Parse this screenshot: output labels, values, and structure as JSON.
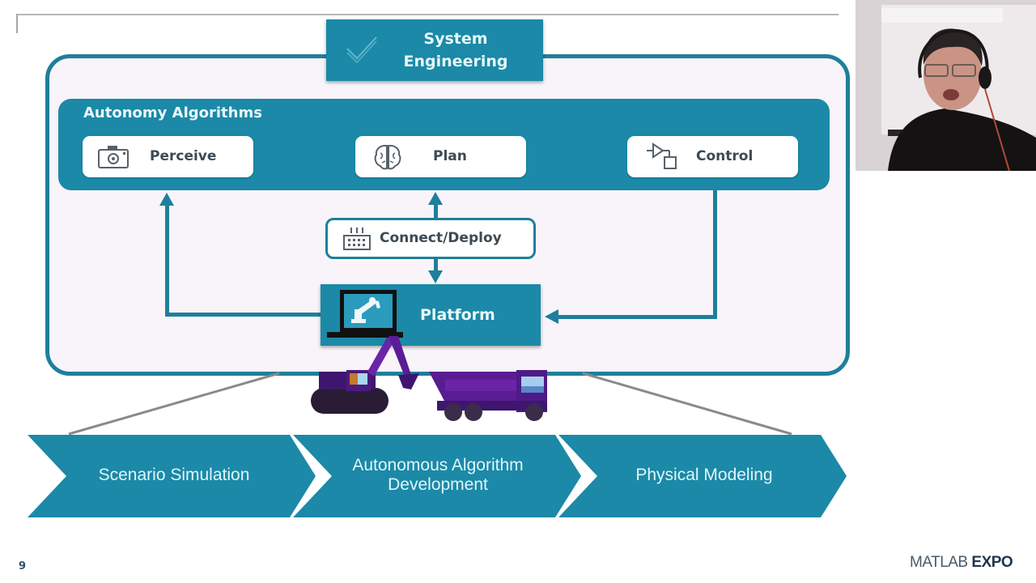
{
  "slide": {
    "page_number": "9",
    "logo": {
      "part1": "MATLAB",
      "part2": "EXPO"
    }
  },
  "system_engineering": {
    "line1": "System",
    "line2": "Engineering",
    "icon": "checkmark-icon"
  },
  "autonomy": {
    "title": "Autonomy Algorithms",
    "steps": [
      {
        "label": "Perceive",
        "icon": "camera-icon"
      },
      {
        "label": "Plan",
        "icon": "brain-icon"
      },
      {
        "label": "Control",
        "icon": "control-block-icon"
      }
    ]
  },
  "connect_deploy": {
    "label": "Connect/Deploy",
    "icon": "hardware-board-icon"
  },
  "platform": {
    "label": "Platform",
    "icon": "laptop-robot-arm-icon"
  },
  "vehicles": [
    "excavator",
    "dump-truck"
  ],
  "workflow": [
    {
      "line1": "Scenario Simulation",
      "line2": ""
    },
    {
      "line1": "Autonomous Algorithm",
      "line2": "Development"
    },
    {
      "line1": "Physical Modeling",
      "line2": ""
    }
  ],
  "colors": {
    "teal": "#1b89a7",
    "frame": "#1e7f9b",
    "panel_bg": "#f8f4f9",
    "vehicle_purple": "#4b1a7a"
  },
  "webcam": {
    "subject": "presenter with headset"
  }
}
